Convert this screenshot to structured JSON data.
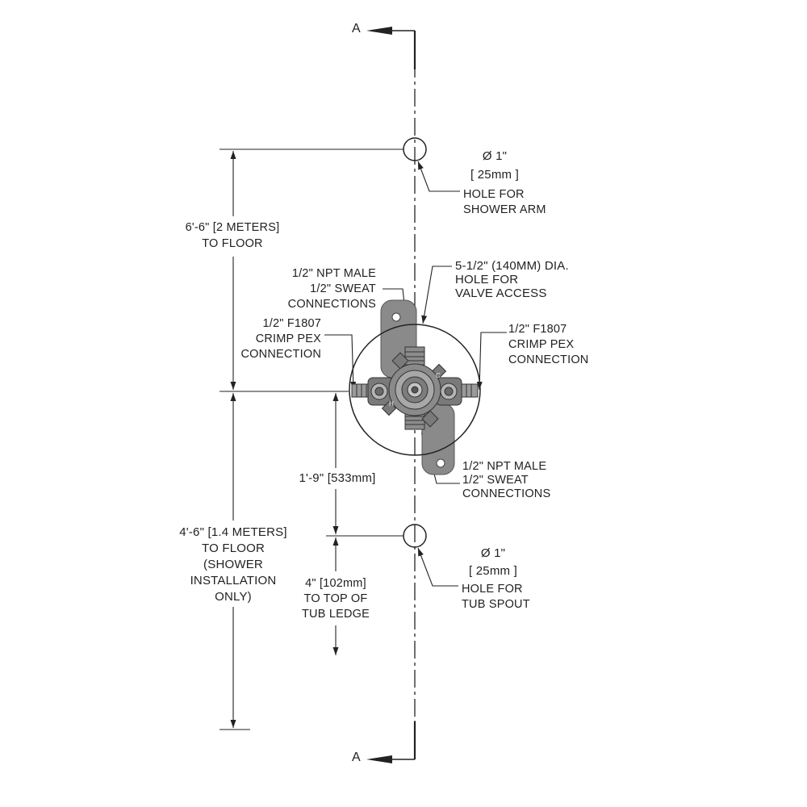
{
  "section": {
    "top": "A",
    "bottom": "A"
  },
  "shower_arm_hole": {
    "dia": "Ø 1\"",
    "metric": "[ 25mm ]",
    "line1": "HOLE FOR",
    "line2": "SHOWER ARM"
  },
  "tub_spout_hole": {
    "dia": "Ø 1\"",
    "metric": "[ 25mm ]",
    "line1": "HOLE FOR",
    "line2": "TUB SPOUT"
  },
  "dim_shower_arm_height": {
    "line1": "6'-6\" [2 METERS]",
    "line2": "TO FLOOR"
  },
  "dim_valve_height": {
    "line1": "4'-6\" [1.4 METERS]",
    "line2": "TO FLOOR",
    "line3": "(SHOWER",
    "line4": "INSTALLATION",
    "line5": "ONLY)"
  },
  "dim_valve_to_spout": {
    "text": "1'-9\" [533mm]"
  },
  "dim_spout_to_ledge": {
    "line1": "4\" [102mm]",
    "line2": "TO TOP OF",
    "line3": "TUB LEDGE"
  },
  "note_npt_top": {
    "line1": "1/2\" NPT MALE",
    "line2": "1/2\" SWEAT",
    "line3": "CONNECTIONS"
  },
  "note_npt_bottom": {
    "line1": "1/2\" NPT MALE",
    "line2": "1/2\" SWEAT",
    "line3": "CONNECTIONS"
  },
  "note_valve_access": {
    "line1": "5-1/2\" (140MM) DIA.",
    "line2": "HOLE FOR",
    "line3": "VALVE ACCESS"
  },
  "note_pex_left": {
    "line1": "1/2\" F1807",
    "line2": "CRIMP PEX",
    "line3": "CONNECTION"
  },
  "note_pex_right": {
    "line1": "1/2\" F1807",
    "line2": "CRIMP PEX",
    "line3": "CONNECTION"
  },
  "valve_marks": {
    "cold": "C",
    "hot": "H"
  }
}
